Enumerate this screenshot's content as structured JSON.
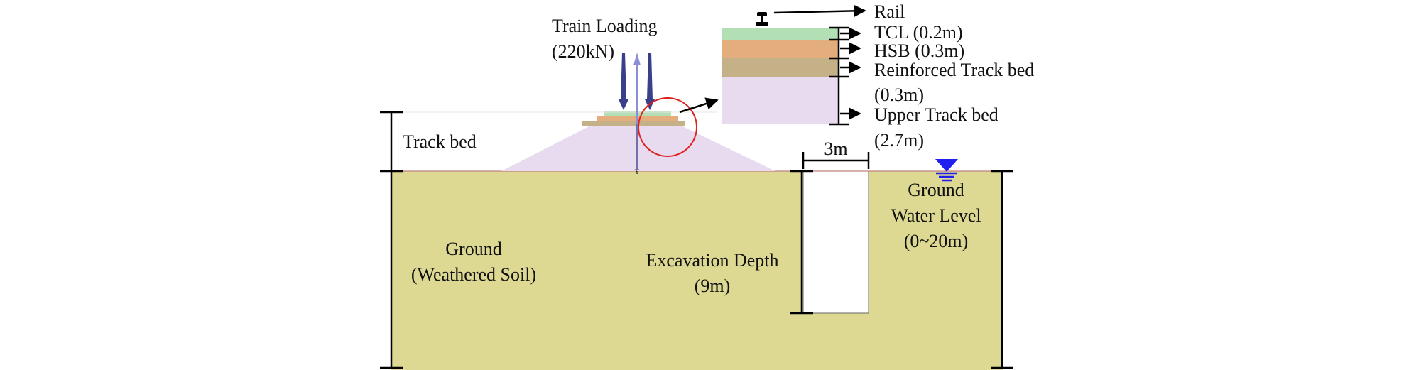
{
  "labels": {
    "train_loading_line1": "Train Loading",
    "train_loading_line2": "(220kN)",
    "track_bed": "Track bed",
    "ground_line1": "Ground",
    "ground_line2": "(Weathered Soil)",
    "excavation_line1": "Excavation Depth",
    "excavation_line2": "(9m)",
    "gwl_line1": "Ground",
    "gwl_line2": "Water Level",
    "gwl_line3": "(0~20m)",
    "excavation_width": "3m",
    "origin_marker": "Y"
  },
  "legend": {
    "rail": "Rail",
    "tcl": "TCL (0.2m)",
    "hsb": "HSB (0.3m)",
    "reinforced_line1": "Reinforced Track bed",
    "reinforced_line2": "(0.3m)",
    "upper_line1": "Upper Track bed",
    "upper_line2": "(2.7m)"
  },
  "colors": {
    "ground": "#ddd993",
    "upper_track_bed": "#e8dbef",
    "tcl": "#b2dfb4",
    "hsb": "#e3ad7d",
    "reinforced_track_bed": "#c5b188",
    "load_arrow": "#3a3f8a",
    "reaction_arrow": "#8b8fd8",
    "highlight_circle": "#e0201c",
    "water_level": "#1f1ff0",
    "line": "#000000"
  }
}
